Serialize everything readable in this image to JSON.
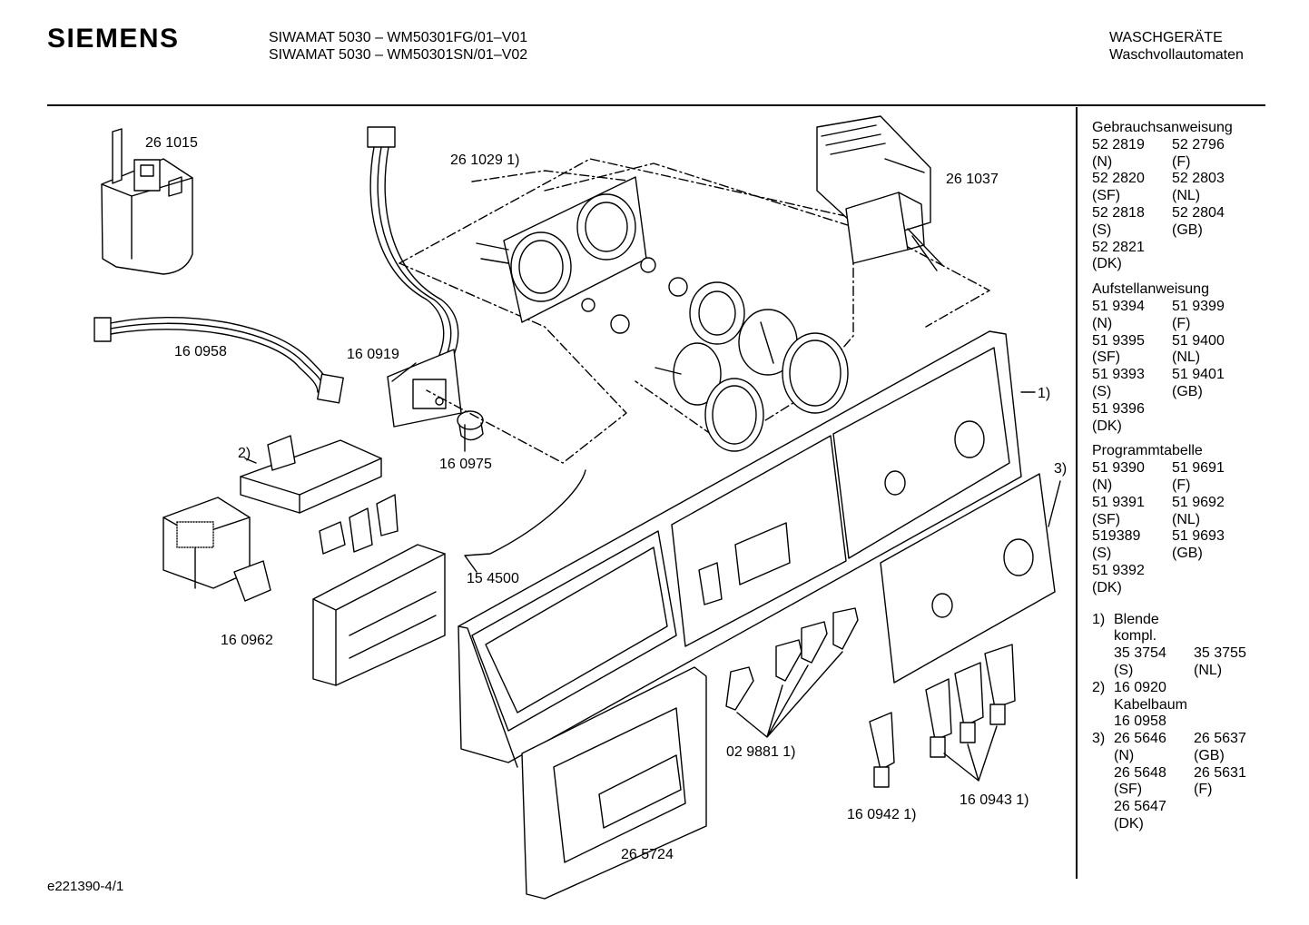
{
  "header": {
    "logo": "SIEMENS",
    "model_line1": "SIWAMAT 5030 – WM50301FG/01–V01",
    "model_line2": "SIWAMAT 5030 – WM50301SN/01–V02",
    "category": "WASCHGERÄTE",
    "subcategory": "Waschvollautomaten"
  },
  "part_labels": [
    "26 1015",
    "16 0958",
    "16 0919",
    "16 0975",
    "26 1029 1)",
    "26 1037",
    "1)",
    "2)",
    "3)",
    "16 0962",
    "15 4500",
    "02 9881 1)",
    "16 0942 1)",
    "16 0943 1)",
    "26 5724"
  ],
  "sidebar": {
    "sections": [
      {
        "title": "Gebrauchsanweisung",
        "rows": [
          [
            "52 2819",
            "52 2796"
          ],
          [
            "(N)",
            "(F)"
          ],
          [
            "52 2820",
            "52 2803"
          ],
          [
            "(SF)",
            "(NL)"
          ],
          [
            "52 2818",
            "52 2804"
          ],
          [
            "(S)",
            "(GB)"
          ],
          [
            "52 2821",
            ""
          ],
          [
            "(DK)",
            ""
          ]
        ]
      },
      {
        "title": "Aufstellanweisung",
        "rows": [
          [
            "51 9394",
            "51 9399"
          ],
          [
            "(N)",
            "(F)"
          ],
          [
            "51 9395",
            "51 9400"
          ],
          [
            "(SF)",
            "(NL)"
          ],
          [
            "51 9393",
            "51 9401"
          ],
          [
            "(S)",
            "(GB)"
          ],
          [
            "51 9396",
            ""
          ],
          [
            "(DK)",
            ""
          ]
        ]
      },
      {
        "title": "Programmtabelle",
        "rows": [
          [
            "51 9390",
            "51 9691"
          ],
          [
            "(N)",
            "(F)"
          ],
          [
            "51 9391",
            "51 9692"
          ],
          [
            "(SF)",
            "(NL)"
          ],
          [
            "519389",
            "51 9693"
          ],
          [
            "(S)",
            "(GB)"
          ],
          [
            "51 9392",
            ""
          ],
          [
            "(DK)",
            ""
          ]
        ]
      }
    ],
    "footnotes": [
      [
        "1)",
        "Blende kompl.",
        ""
      ],
      [
        "",
        "35 3754",
        "35 3755"
      ],
      [
        "",
        "(S)",
        "(NL)"
      ],
      [
        "2)",
        "16 0920",
        ""
      ],
      [
        "",
        "Kabelbaum",
        ""
      ],
      [
        "",
        "16 0958",
        ""
      ],
      [
        "3)",
        "26 5646",
        "26 5637"
      ],
      [
        "",
        "(N)",
        "(GB)"
      ],
      [
        "",
        "26 5648",
        "26 5631"
      ],
      [
        "",
        "(SF)",
        "(F)"
      ],
      [
        "",
        "26 5647",
        ""
      ],
      [
        "",
        "(DK)",
        ""
      ]
    ]
  },
  "footer": {
    "code": "e221390-4/1"
  }
}
